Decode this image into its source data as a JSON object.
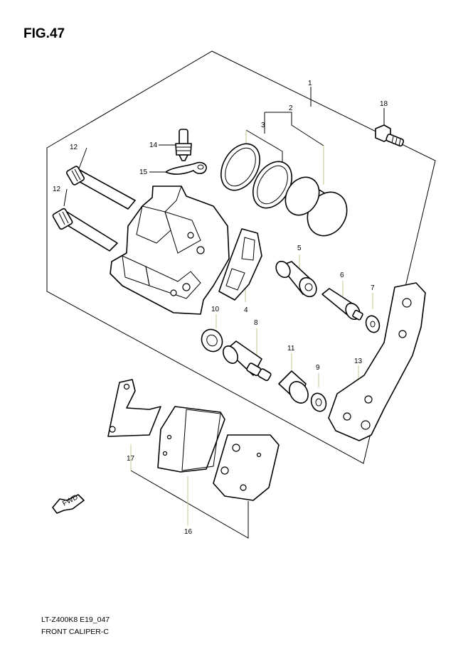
{
  "header": {
    "figure_title": "FIG.47"
  },
  "footer": {
    "model_code": "LT-Z400K8 E19_047",
    "section_title": "FRONT CALIPER-C"
  },
  "direction_marker": {
    "text": "FWD",
    "icon": "arrow-left-fwd-icon"
  },
  "callouts": [
    "1",
    "2",
    "3",
    "4",
    "5",
    "6",
    "7",
    "8",
    "9",
    "10",
    "11",
    "12",
    "12",
    "13",
    "14",
    "15",
    "16",
    "17",
    "18"
  ]
}
